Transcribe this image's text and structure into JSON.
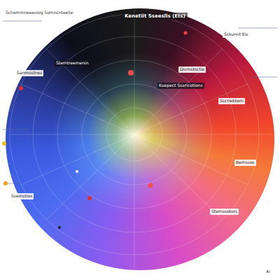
{
  "diagram": {
    "title": "Kenetiit Sseeslls (Ets)",
    "labels": [
      "Schemmneeesiog Somncnteelie",
      "Sskunnt Eis",
      "Sanmsstnes",
      "Stemtreemenin",
      "Dismstsctie",
      "Kuepect Ssaricotions",
      "Sscriebtom",
      "Bemssos",
      "Stemssotors",
      "Ssemstios",
      "Ai"
    ]
  }
}
